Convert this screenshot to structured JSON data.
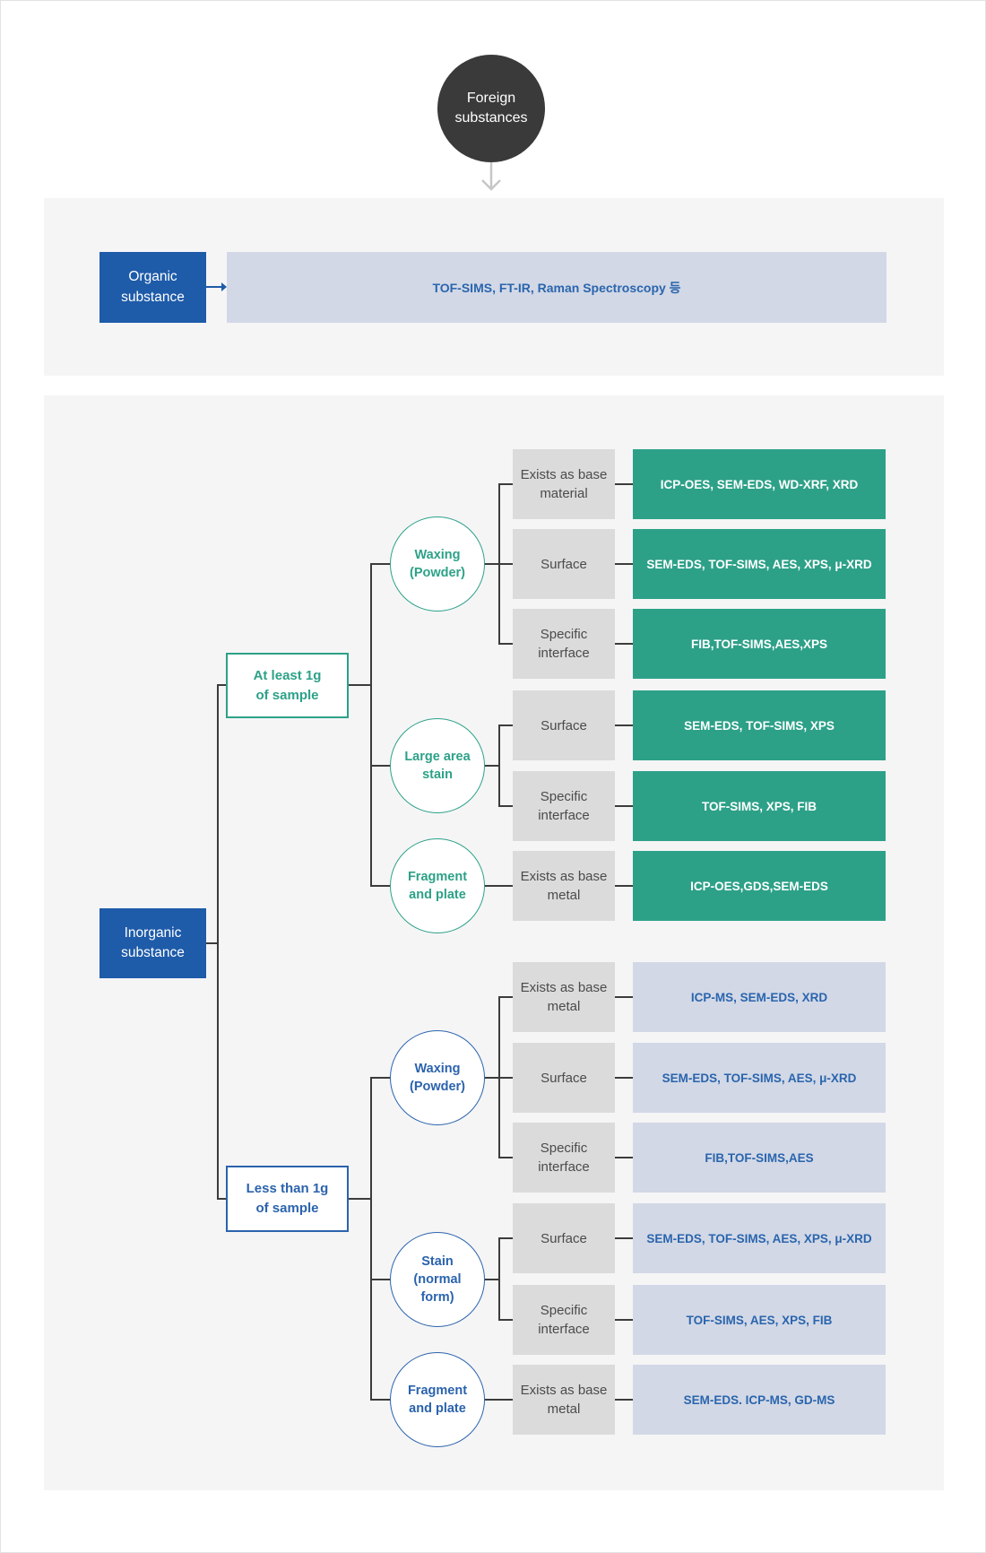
{
  "root": {
    "label": "Foreign substances"
  },
  "organic": {
    "label": "Organic substance",
    "methods": "TOF-SIMS, FT-IR, Raman Spectroscopy 등"
  },
  "inorganic": {
    "label": "Inorganic substance",
    "branches": [
      {
        "label": "At least 1g of sample",
        "theme": "teal",
        "groups": [
          {
            "circle": "Waxing (Powder)",
            "rows": [
              {
                "condition": "Exists as base material",
                "methods": "ICP-OES, SEM-EDS, WD-XRF, XRD"
              },
              {
                "condition": "Surface",
                "methods": "SEM-EDS, TOF-SIMS, AES, XPS, μ-XRD"
              },
              {
                "condition": "Specific interface",
                "methods": "FIB,TOF-SIMS,AES,XPS"
              }
            ]
          },
          {
            "circle": "Large area stain",
            "rows": [
              {
                "condition": "Surface",
                "methods": "SEM-EDS, TOF-SIMS, XPS"
              },
              {
                "condition": "Specific interface",
                "methods": "TOF-SIMS, XPS, FIB"
              }
            ]
          },
          {
            "circle": "Fragment and plate",
            "rows": [
              {
                "condition": "Exists as base metal",
                "methods": "ICP-OES,GDS,SEM-EDS"
              }
            ]
          }
        ]
      },
      {
        "label": "Less than 1g of sample",
        "theme": "blue",
        "groups": [
          {
            "circle": "Waxing (Powder)",
            "rows": [
              {
                "condition": "Exists as base metal",
                "methods": "ICP-MS, SEM-EDS, XRD"
              },
              {
                "condition": "Surface",
                "methods": "SEM-EDS, TOF-SIMS, AES, μ-XRD"
              },
              {
                "condition": "Specific interface",
                "methods": "FIB,TOF-SIMS,AES"
              }
            ]
          },
          {
            "circle": "Stain (normal form)",
            "rows": [
              {
                "condition": "Surface",
                "methods": "SEM-EDS, TOF-SIMS, AES, XPS, μ-XRD"
              },
              {
                "condition": "Specific interface",
                "methods": "TOF-SIMS, AES, XPS, FIB"
              }
            ]
          },
          {
            "circle": "Fragment and plate",
            "rows": [
              {
                "condition": "Exists as base metal",
                "methods": "SEM-EDS. ICP-MS, GD-MS"
              }
            ]
          }
        ]
      }
    ]
  },
  "colors": {
    "teal": "#2da188",
    "brand_blue": "#1e5ba9",
    "link_blue": "#2b63ad",
    "lavender": "#d2d8e6",
    "gray_box": "#dbdbdb",
    "panel": "#f5f5f6",
    "dark_circle": "#3a3a3a",
    "connector": "#3c3c3c",
    "down_arrow": "#c7c7c7"
  }
}
